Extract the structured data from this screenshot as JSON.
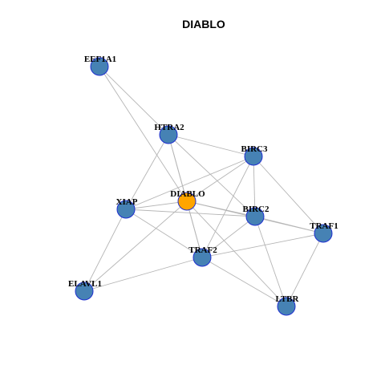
{
  "title": "DIABLO",
  "colors": {
    "node_fill": "#4682b4",
    "focus_node_fill": "#ffa500",
    "node_border": "#1f2fd0",
    "edge": "#b5b5b5",
    "background": "#ffffff"
  },
  "nodes": [
    {
      "id": "EEF1A1",
      "label": "EEF1A1",
      "focus": false
    },
    {
      "id": "HTRA2",
      "label": "HTRA2",
      "focus": false
    },
    {
      "id": "BIRC3",
      "label": "BIRC3",
      "focus": false
    },
    {
      "id": "DIABLO",
      "label": "DIABLO",
      "focus": true
    },
    {
      "id": "XIAP",
      "label": "XIAP",
      "focus": false
    },
    {
      "id": "BIRC2",
      "label": "BIRC2",
      "focus": false
    },
    {
      "id": "TRAF1",
      "label": "TRAF1",
      "focus": false
    },
    {
      "id": "TRAF2",
      "label": "TRAF2",
      "focus": false
    },
    {
      "id": "ELAVL1",
      "label": "ELAVL1",
      "focus": false
    },
    {
      "id": "LTBR",
      "label": "LTBR",
      "focus": false
    }
  ],
  "edges": [
    [
      "EEF1A1",
      "HTRA2"
    ],
    [
      "EEF1A1",
      "DIABLO"
    ],
    [
      "HTRA2",
      "BIRC3"
    ],
    [
      "HTRA2",
      "XIAP"
    ],
    [
      "HTRA2",
      "DIABLO"
    ],
    [
      "HTRA2",
      "BIRC2"
    ],
    [
      "HTRA2",
      "TRAF2"
    ],
    [
      "BIRC3",
      "XIAP"
    ],
    [
      "BIRC3",
      "DIABLO"
    ],
    [
      "BIRC3",
      "BIRC2"
    ],
    [
      "BIRC3",
      "TRAF1"
    ],
    [
      "BIRC3",
      "TRAF2"
    ],
    [
      "DIABLO",
      "XIAP"
    ],
    [
      "DIABLO",
      "BIRC2"
    ],
    [
      "DIABLO",
      "TRAF1"
    ],
    [
      "DIABLO",
      "TRAF2"
    ],
    [
      "DIABLO",
      "LTBR"
    ],
    [
      "XIAP",
      "BIRC2"
    ],
    [
      "XIAP",
      "TRAF2"
    ],
    [
      "XIAP",
      "ELAVL1"
    ],
    [
      "DIABLO",
      "ELAVL1"
    ],
    [
      "BIRC2",
      "TRAF1"
    ],
    [
      "BIRC2",
      "TRAF2"
    ],
    [
      "BIRC2",
      "LTBR"
    ],
    [
      "TRAF2",
      "TRAF1"
    ],
    [
      "TRAF2",
      "ELAVL1"
    ],
    [
      "TRAF2",
      "LTBR"
    ],
    [
      "TRAF1",
      "LTBR"
    ]
  ]
}
